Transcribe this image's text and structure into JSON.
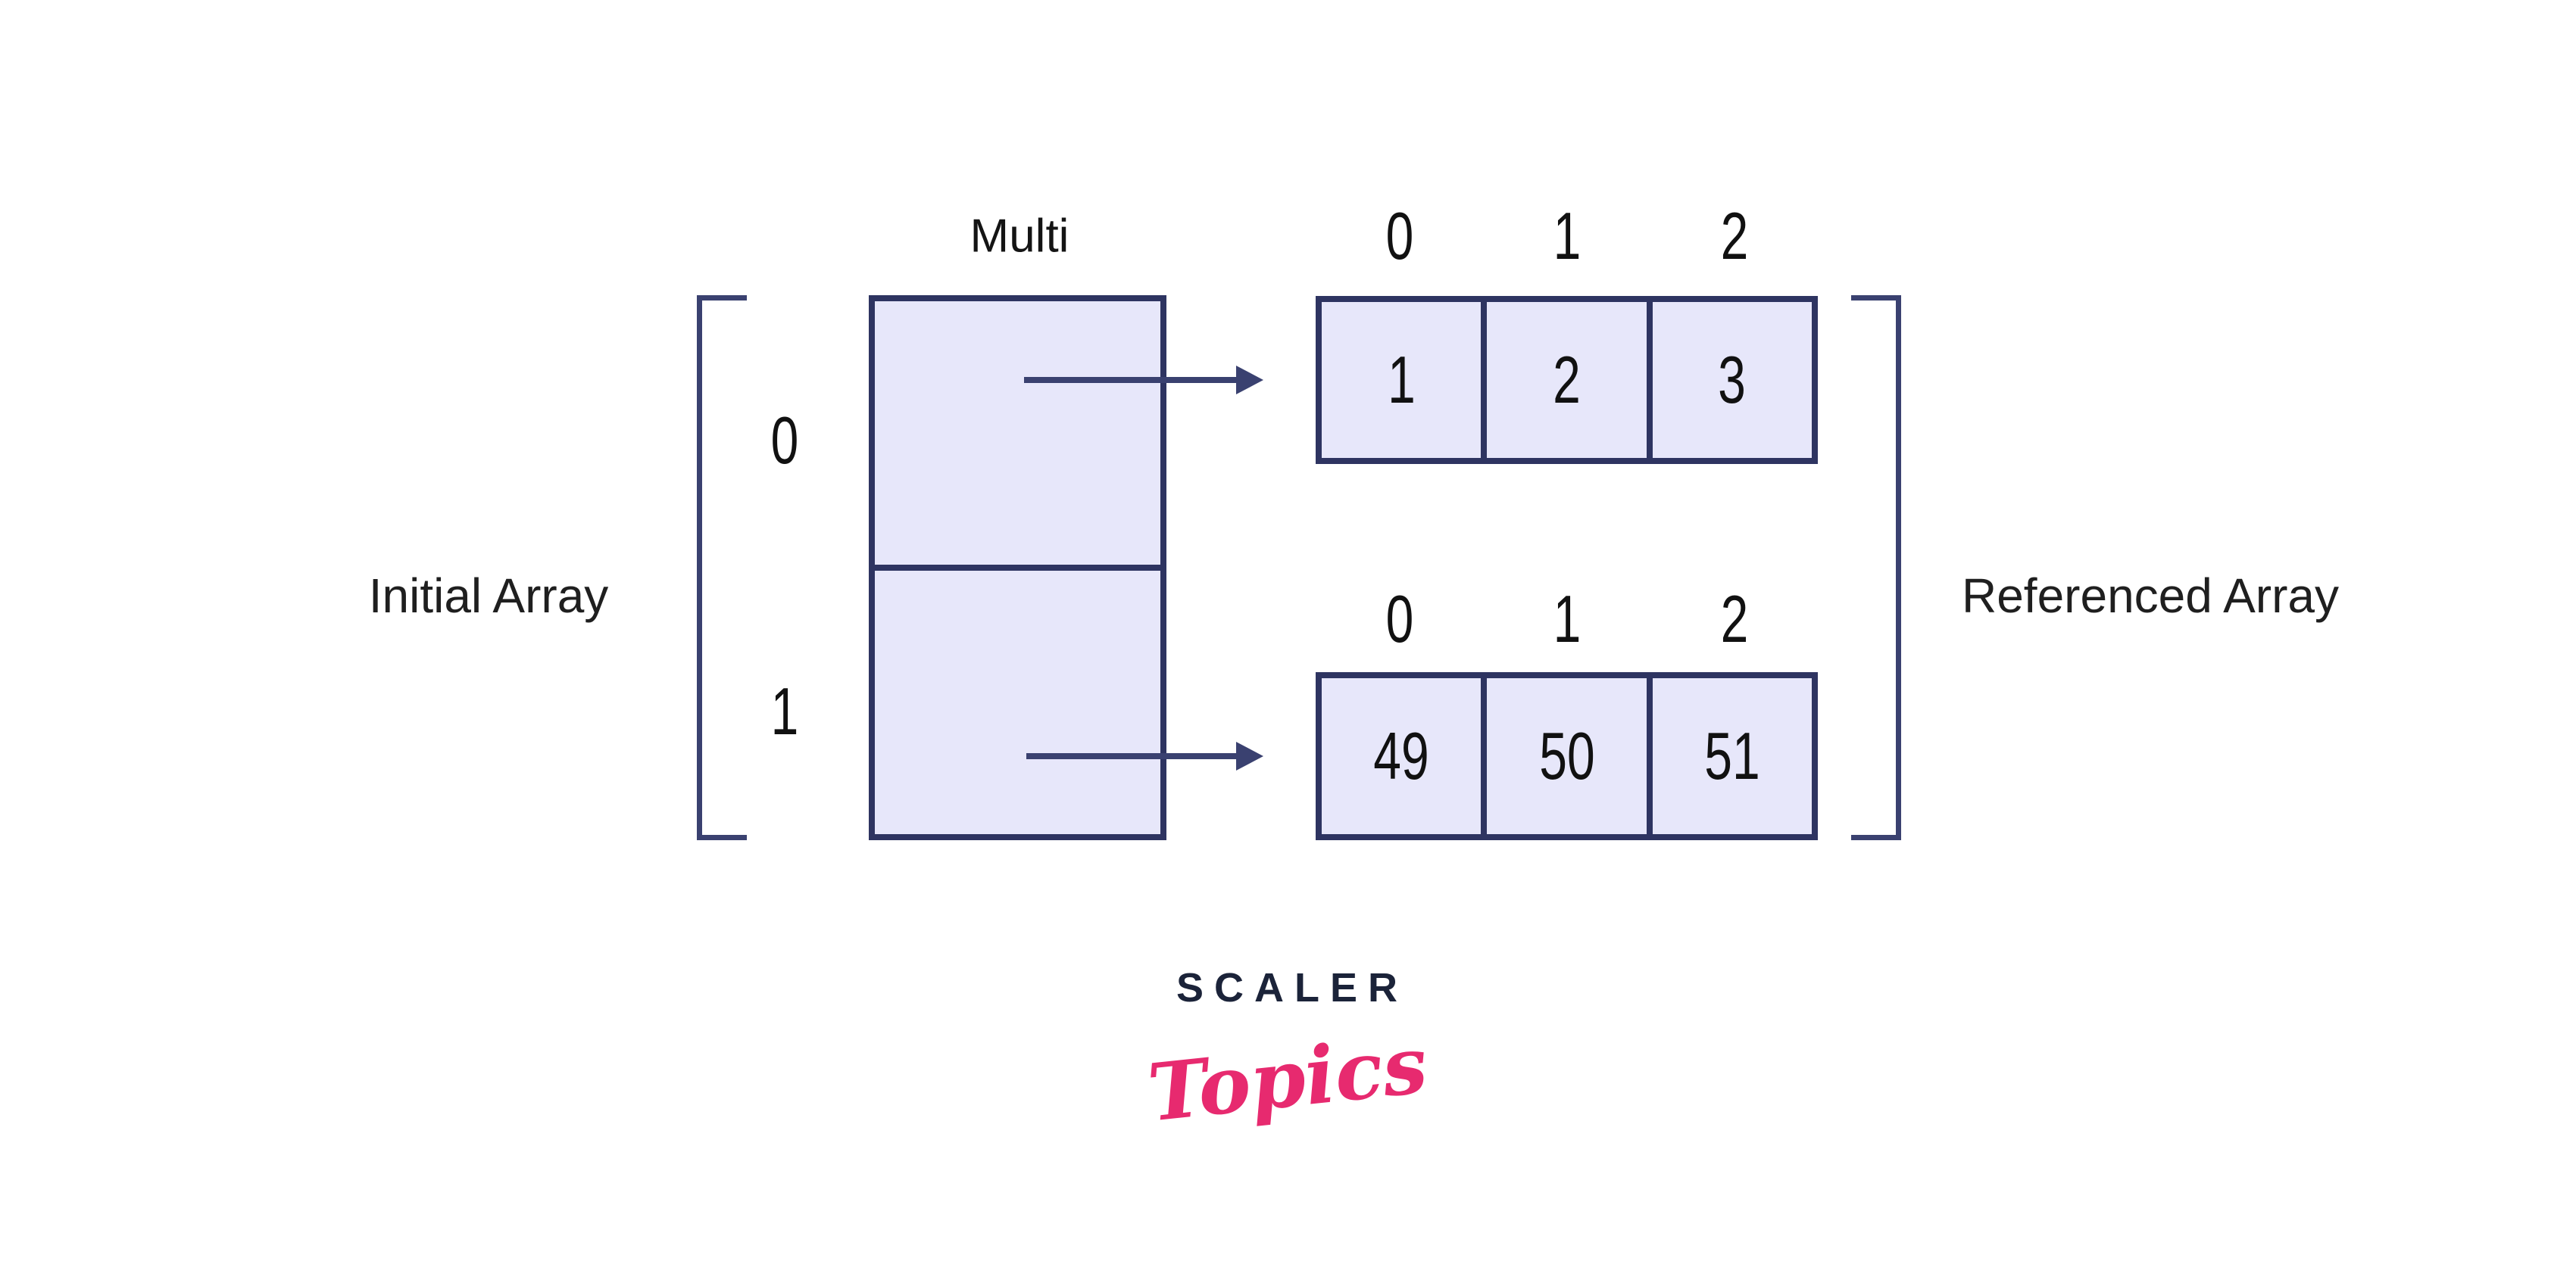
{
  "diagram": {
    "left_label": "Initial Array",
    "right_label": "Referenced Array",
    "multi_label": "Multi",
    "initial_array": {
      "row_indices": [
        "0",
        "1"
      ]
    },
    "top_array": {
      "indices": [
        "0",
        "1",
        "2"
      ],
      "values": [
        "1",
        "2",
        "3"
      ]
    },
    "bottom_array": {
      "indices": [
        "0",
        "1",
        "2"
      ],
      "values": [
        "49",
        "50",
        "51"
      ]
    }
  },
  "logo": {
    "brand": "SCALER",
    "sub": "Topics"
  },
  "colors": {
    "background": "#ffffff",
    "box_fill": "#e7e7fa",
    "box_border": "#2e3461",
    "line": "#3a4170",
    "text": "#1f1f1f",
    "brand_navy": "#1b2339",
    "brand_pink": "#e72a6f"
  }
}
